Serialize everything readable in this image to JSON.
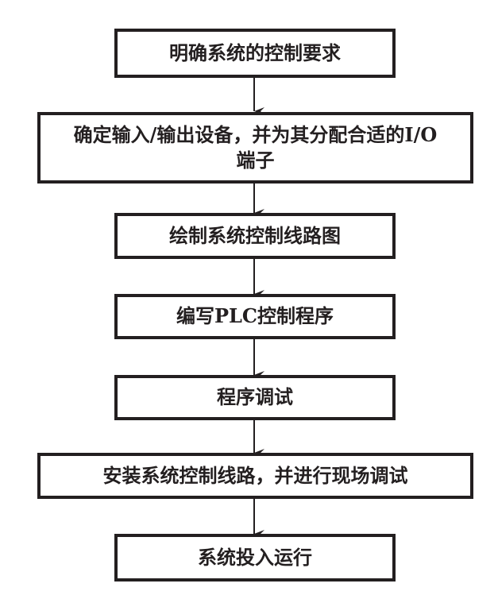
{
  "steps": [
    "明确系统的控制要求",
    "确定输入/输出设备，并为其分配合适的I/O端子",
    "绘制系统控制线路图",
    "编写PLC控制程序",
    "程序调试",
    "安装系统控制线路，并进行现场调试",
    "系统投入运行"
  ]
}
